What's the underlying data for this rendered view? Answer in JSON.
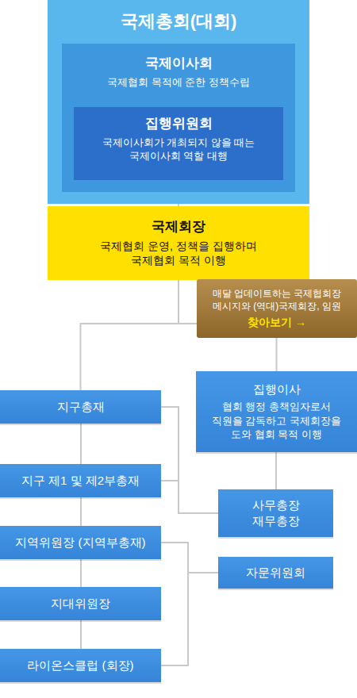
{
  "diagram": {
    "nodes": [
      {
        "text": [
          "국제총회(대회)"
        ]
      },
      {
        "text": [
          "국제이사회",
          "국제협회 목적에 준한 정책수립"
        ],
        "in": 0
      },
      {
        "text": [
          "집행위원회",
          "국제이사회가 개최되지 않을 때는 국제이사회 역할 대행"
        ],
        "in": 1
      },
      {
        "text": [
          "국제회장",
          "국제협회 운영, 정책을 집행하며 국제협회 목적 이행"
        ]
      },
      {
        "text": [
          "매달 업데이트하는 국제협회장 메시지와 (역대)국제회장, 임원",
          "찾아보기 →"
        ]
      },
      {
        "text": [
          "지구총재"
        ]
      },
      {
        "text": [
          "집행이사",
          "협회 행정 총책임자로서 직원을 감독하고 국제회장을 도와 협회 목적 이행"
        ]
      },
      {
        "text": [
          "지구 제1 및 제2부총재"
        ]
      },
      {
        "text": [
          "사무총장 재무총장"
        ]
      },
      {
        "text": [
          "지역위원장 (지역부총재)"
        ]
      },
      {
        "text": [
          "자문위원회"
        ]
      },
      {
        "text": [
          "지대위원장"
        ]
      },
      {
        "text": [
          "라이온스클럽 (회장)"
        ]
      }
    ],
    "edges": [
      {
        "from": 0,
        "to": 3,
        "arrow": "none"
      },
      {
        "from": 3,
        "to": 5,
        "arrow": "none"
      },
      {
        "from": 3,
        "to": 6,
        "arrow": "none"
      },
      {
        "from": 5,
        "to": 7,
        "arrow": "none"
      },
      {
        "from": 5,
        "to": 8,
        "arrow": "none"
      },
      {
        "from": 7,
        "to": 8,
        "arrow": "none"
      },
      {
        "from": 6,
        "to": 8,
        "arrow": "none"
      },
      {
        "from": 7,
        "to": 9,
        "arrow": "none"
      },
      {
        "from": 9,
        "to": 11,
        "arrow": "none"
      },
      {
        "from": 11,
        "to": 12,
        "arrow": "none"
      },
      {
        "from": 9,
        "to": 10,
        "arrow": "none"
      },
      {
        "from": 12,
        "to": 10,
        "arrow": "none"
      }
    ]
  }
}
